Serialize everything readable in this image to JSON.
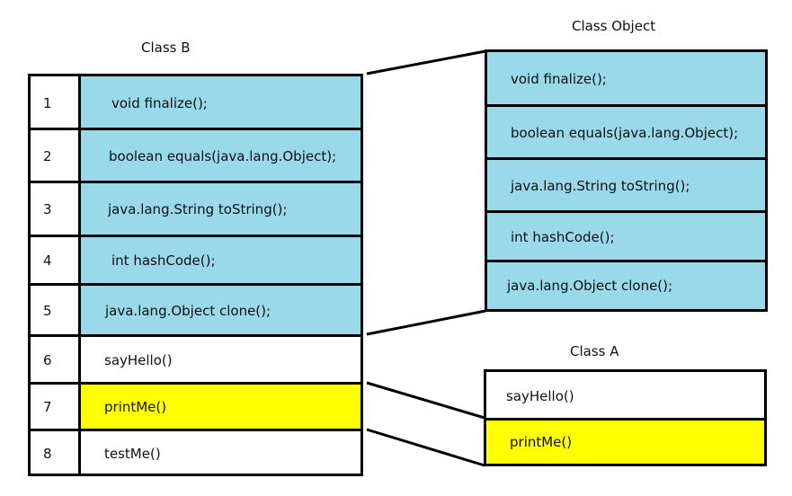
{
  "class_b": {
    "title": "Class B",
    "rows": [
      {
        "num": "1",
        "text": "void finalize();",
        "color": "blue"
      },
      {
        "num": "2",
        "text": "boolean equals(java.lang.Object);",
        "color": "blue"
      },
      {
        "num": "3",
        "text": "java.lang.String toString();",
        "color": "blue"
      },
      {
        "num": "4",
        "text": "int hashCode();",
        "color": "blue"
      },
      {
        "num": "5",
        "text": "java.lang.Object clone();",
        "color": "blue"
      },
      {
        "num": "6",
        "text": "sayHello()",
        "color": "white"
      },
      {
        "num": "7",
        "text": "printMe()",
        "color": "yellow"
      },
      {
        "num": "8",
        "text": "testMe()",
        "color": "white"
      }
    ]
  },
  "class_object": {
    "title": "Class Object",
    "rows": [
      "void finalize();",
      "boolean equals(java.lang.Object);",
      "java.lang.String toString();",
      "int hashCode();",
      "java.lang.Object clone();"
    ]
  },
  "class_a": {
    "title": "Class A",
    "rows": [
      "sayHello()",
      "printMe()"
    ]
  },
  "colors": {
    "blue": "#99d9ea",
    "yellow": "#ffff00"
  }
}
